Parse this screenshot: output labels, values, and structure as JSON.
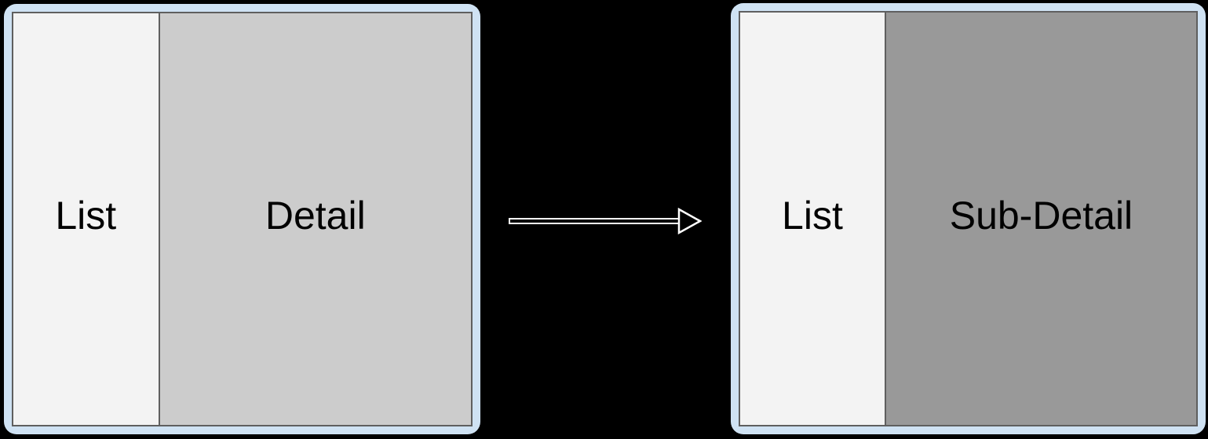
{
  "colors": {
    "background": "#000000",
    "frame": "#cfe2f3",
    "outline": "#5f5f5f",
    "arrow_stroke": "#ffffff",
    "arrow_fill": "#000000",
    "text": "#000000"
  },
  "panels": [
    {
      "id": "before",
      "panes": [
        {
          "label": "List",
          "fill": "#f3f3f3"
        },
        {
          "label": "Detail",
          "fill": "#cccccc"
        }
      ]
    },
    {
      "id": "after",
      "panes": [
        {
          "label": "List",
          "fill": "#f3f3f3"
        },
        {
          "label": "Sub-Detail",
          "fill": "#999999"
        }
      ]
    }
  ],
  "arrow": {
    "direction": "right"
  }
}
